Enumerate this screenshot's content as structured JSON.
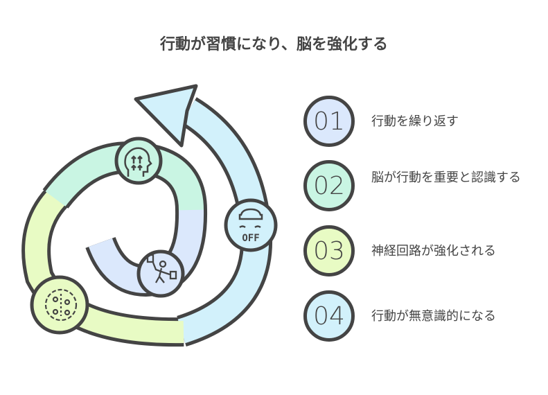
{
  "title": "行動が習慣になり、脳を強化する",
  "diagram": {
    "off_label": "OFF"
  },
  "steps": [
    {
      "number": "01",
      "text": "行動を繰り返す",
      "color": "#dbe8fc"
    },
    {
      "number": "02",
      "text": "脳が行動を重要と認識する",
      "color": "#c9f5e3"
    },
    {
      "number": "03",
      "text": "神経回路が強化される",
      "color": "#e8fbc4"
    },
    {
      "number": "04",
      "text": "行動が無意識的になる",
      "color": "#d2f1fb"
    }
  ],
  "colors": {
    "outline": "#444444",
    "seg1": "#dbe8fc",
    "seg2": "#c9f5e3",
    "seg3": "#e8fbc4",
    "seg4": "#d2f1fb"
  }
}
